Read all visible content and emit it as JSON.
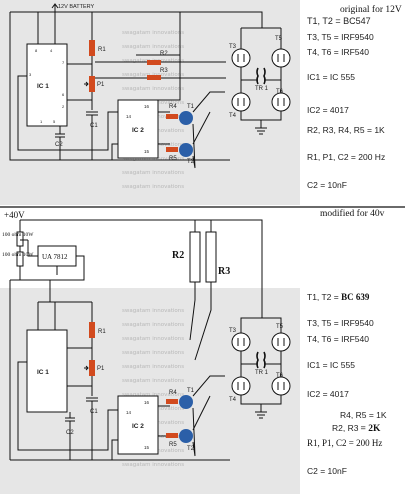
{
  "top": {
    "title": "original for 12V",
    "battery": "12V BATTERY",
    "specs": [
      "T1, T2 = BC547",
      "T3, T5 = IRF9540",
      "T4, T6 = IRF540",
      "IC1 = IC 555",
      "IC2 = 4017",
      "R2, R3, R4, R5 = 1K",
      "R1, P1, C2 = 200 Hz",
      "C2 = 10nF"
    ]
  },
  "bottom": {
    "title": "modified for 40v",
    "supply": "+40V",
    "res1": "100 ohm 10W",
    "res2": "100 ohm 10W",
    "regulator": "UA 7812",
    "r2_label": "R2",
    "r3_label": "R3",
    "specs": {
      "t1t2": "T1, T2 = ",
      "t1t2_value": "BC 639",
      "t3t5": "T3, T5 = IRF9540",
      "t4t6": "T4, T6 = IRF540",
      "ic1": "IC1 = IC 555",
      "ic2": "IC2 = 4017",
      "r4r5": "R4, R5 = 1K",
      "r2r3": "R2, R3",
      "r2r3_value": "= 2K",
      "rpc": "R1, P1, C2 = 200 Hz",
      "c2": "C2 = 10nF"
    }
  },
  "components": {
    "ic1": "IC 1",
    "ic2": "IC 2",
    "r1": "R1",
    "p1": "P1",
    "c1": "C1",
    "c2": "C2",
    "r2": "R2",
    "r3": "R3",
    "r4": "R4",
    "r5": "R5",
    "t1": "T1",
    "t2": "T2",
    "t3": "T3",
    "t4": "T4",
    "t5": "T5",
    "t6": "T6",
    "tr1": "TR 1",
    "pin16": "16",
    "pin14": "14",
    "pin15": "15",
    "pin3": "3",
    "pin2": "2",
    "pin4": "4",
    "pin7": "7",
    "pin8": "8",
    "pin6": "6",
    "pin5": "5",
    "pin1": "1"
  },
  "watermark": "swagatam innovations",
  "colors": {
    "resistor": "#d24a1e",
    "transistor": "#2b5fa8",
    "shade": "#e6e6e6"
  }
}
